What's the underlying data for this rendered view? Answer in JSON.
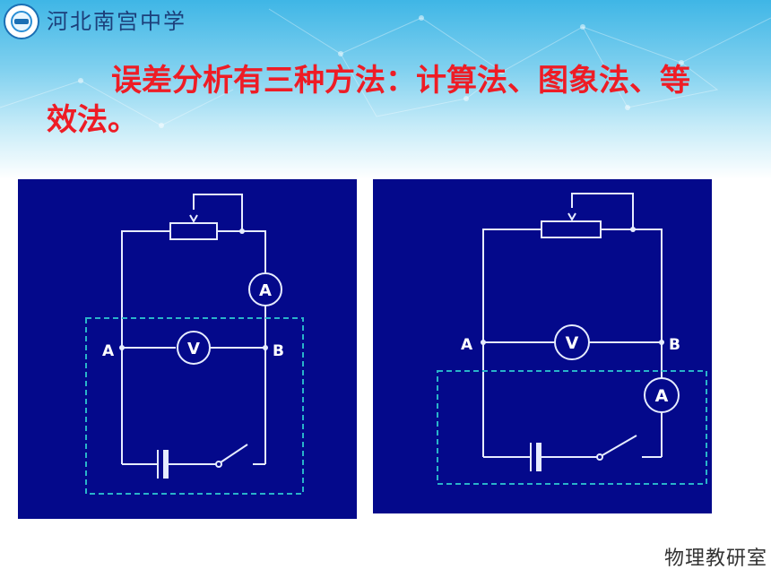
{
  "header": {
    "school_name": "河北南宫中学",
    "logo_icon": "school-emblem-icon"
  },
  "content": {
    "statement": "误差分析有三种方法：计算法、图象法、等效法。"
  },
  "diagrams": [
    {
      "terminal_a": "A",
      "terminal_b": "B",
      "voltmeter": "V",
      "ammeter": "A"
    },
    {
      "terminal_a": "A",
      "terminal_b": "B",
      "voltmeter": "V",
      "ammeter": "A"
    }
  ],
  "footer": {
    "label": "物理教研室"
  },
  "colors": {
    "header_accent": "#3fb6e6",
    "statement_text": "#ee1c25",
    "panel_background": "#04098b",
    "wire": "#e6ecff",
    "dashed_box": "#29b3c9"
  }
}
